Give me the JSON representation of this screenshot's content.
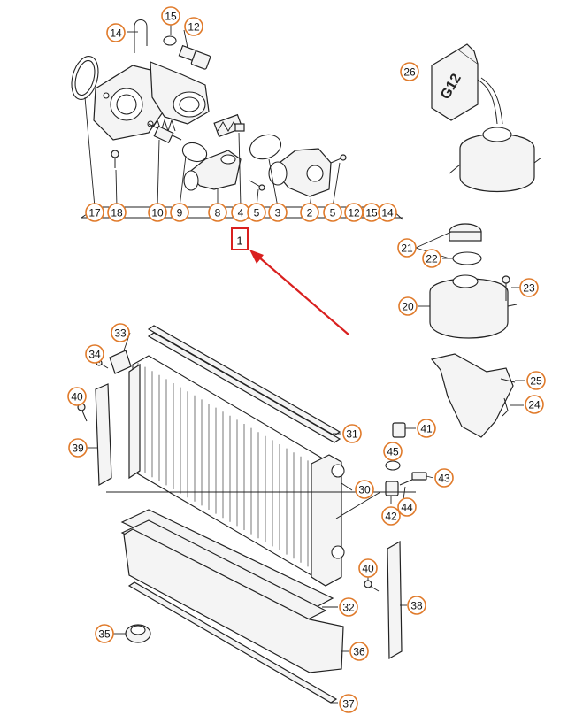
{
  "callouts": [
    {
      "id": "c14a",
      "label": "14"
    },
    {
      "id": "c15a",
      "label": "15"
    },
    {
      "id": "c12a",
      "label": "12"
    },
    {
      "id": "c26",
      "label": "26"
    },
    {
      "id": "c17",
      "label": "17"
    },
    {
      "id": "c18",
      "label": "18"
    },
    {
      "id": "c10",
      "label": "10"
    },
    {
      "id": "c9",
      "label": "9"
    },
    {
      "id": "c8",
      "label": "8"
    },
    {
      "id": "c4",
      "label": "4"
    },
    {
      "id": "c5a",
      "label": "5"
    },
    {
      "id": "c3",
      "label": "3"
    },
    {
      "id": "c2",
      "label": "2"
    },
    {
      "id": "c5b",
      "label": "5"
    },
    {
      "id": "c12b",
      "label": "12"
    },
    {
      "id": "c15b",
      "label": "15"
    },
    {
      "id": "c14b",
      "label": "14"
    },
    {
      "id": "c21",
      "label": "21"
    },
    {
      "id": "c22",
      "label": "22"
    },
    {
      "id": "c23",
      "label": "23"
    },
    {
      "id": "c20",
      "label": "20"
    },
    {
      "id": "c25",
      "label": "25"
    },
    {
      "id": "c24",
      "label": "24"
    },
    {
      "id": "c33",
      "label": "33"
    },
    {
      "id": "c34",
      "label": "34"
    },
    {
      "id": "c40a",
      "label": "40"
    },
    {
      "id": "c39",
      "label": "39"
    },
    {
      "id": "c31",
      "label": "31"
    },
    {
      "id": "c41",
      "label": "41"
    },
    {
      "id": "c45",
      "label": "45"
    },
    {
      "id": "c43",
      "label": "43"
    },
    {
      "id": "c30",
      "label": "30"
    },
    {
      "id": "c42",
      "label": "42"
    },
    {
      "id": "c44",
      "label": "44"
    },
    {
      "id": "c40b",
      "label": "40"
    },
    {
      "id": "c38",
      "label": "38"
    },
    {
      "id": "c32",
      "label": "32"
    },
    {
      "id": "c35",
      "label": "35"
    },
    {
      "id": "c36",
      "label": "36"
    },
    {
      "id": "c37",
      "label": "37"
    }
  ],
  "highlight_label": "1",
  "coolant_bottle_label": "G12",
  "colors": {
    "callout_ring": "#e07a2a",
    "highlight": "#d9201f",
    "arrow": "#d9201f",
    "line": "#222222"
  }
}
